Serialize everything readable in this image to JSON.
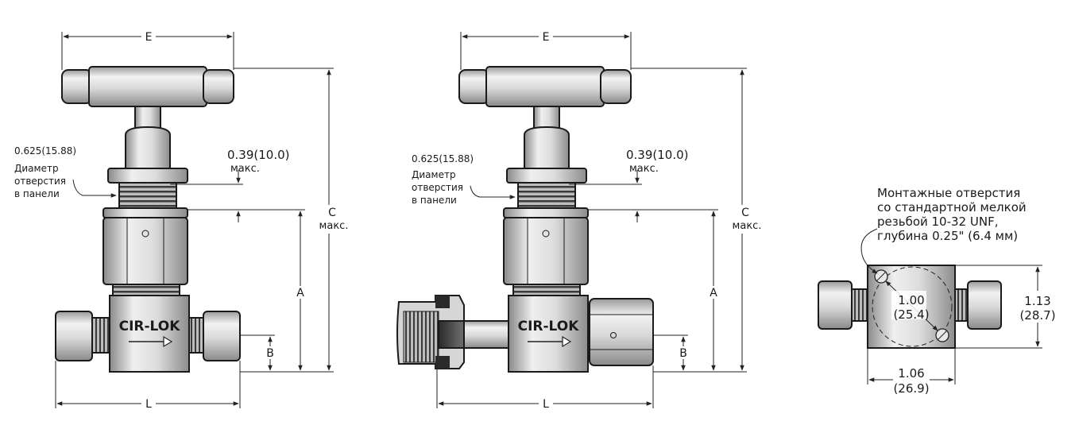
{
  "views": {
    "left": {
      "dim_e": "E",
      "dim_c": "C",
      "dim_c_sub": "макс.",
      "dim_a": "A",
      "dim_b": "B",
      "dim_l": "L",
      "panel_hole_value": "0.625(15.88)",
      "panel_hole_line1": "Диаметр",
      "panel_hole_line2": "отверстия",
      "panel_hole_line3": "в панели",
      "panel_thickness_value": "0.39(10.0)",
      "panel_thickness_sub": "макс.",
      "body_logo": "CIR-LOK"
    },
    "middle": {
      "dim_e": "E",
      "dim_c": "C",
      "dim_c_sub": "макс.",
      "dim_a": "A",
      "dim_b": "B",
      "dim_l": "L",
      "panel_hole_value": "0.625(15.88)",
      "panel_hole_line1": "Диаметр",
      "panel_hole_line2": "отверстия",
      "panel_hole_line3": "в панели",
      "panel_thickness_value": "0.39(10.0)",
      "panel_thickness_sub": "макс.",
      "body_logo": "CIR-LOK"
    },
    "bottom": {
      "mount_line1": "Монтажные отверстия",
      "mount_line2": "со стандартной мелкой",
      "mount_line3": "резьбой 10-32 UNF,",
      "mount_line4": "глубина 0.25\" (6.4 мм)",
      "hole_spacing_in": "1.00",
      "hole_spacing_mm": "(25.4)",
      "height_in": "1.13",
      "height_mm": "(28.7)",
      "width_in": "1.06",
      "width_mm": "(26.9)"
    }
  }
}
